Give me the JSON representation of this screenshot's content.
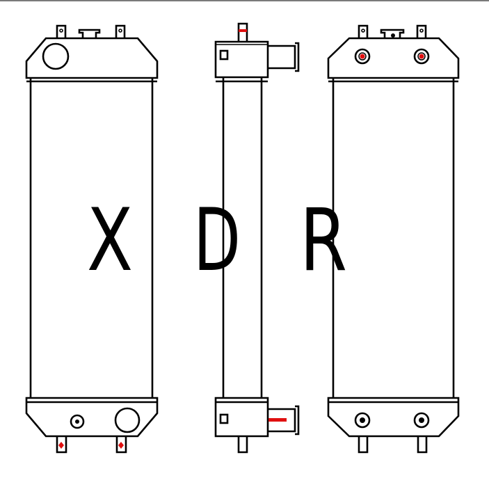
{
  "watermark": {
    "letters": [
      "X",
      "D",
      "R"
    ]
  },
  "colors": {
    "line": "#000000",
    "accent": "#e01010",
    "background": "#ffffff"
  }
}
